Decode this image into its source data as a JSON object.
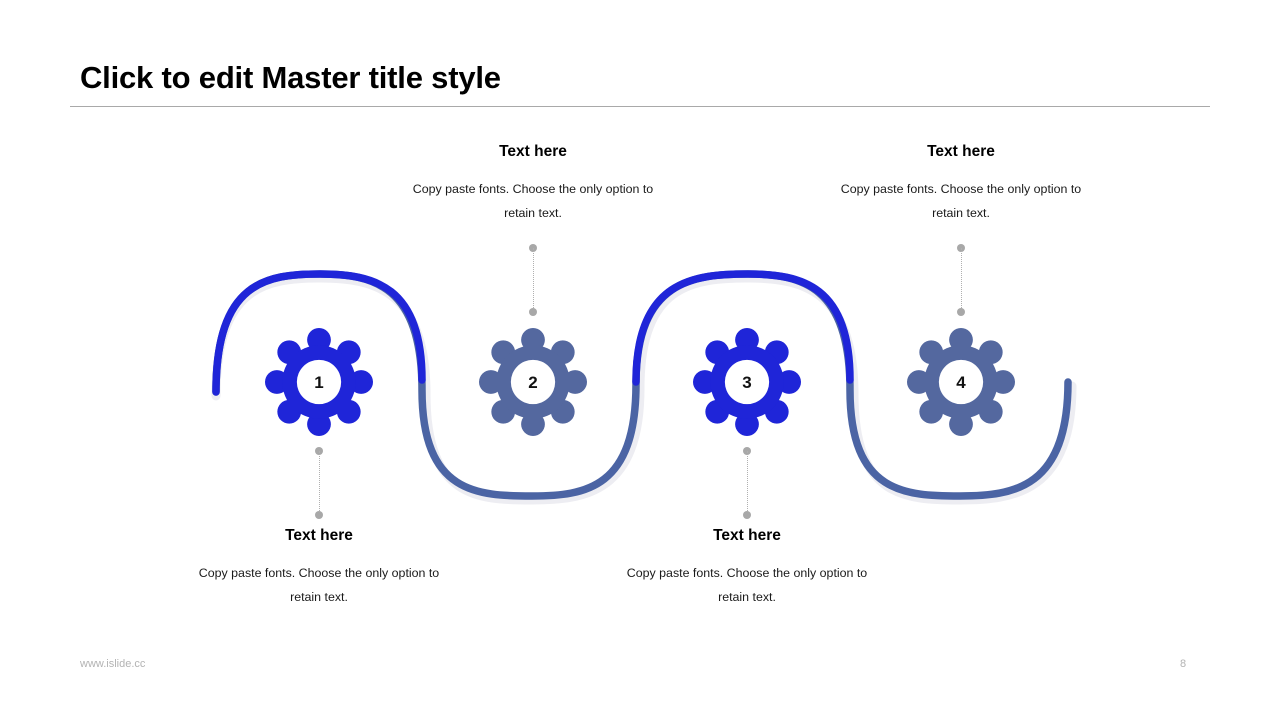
{
  "slide": {
    "title": "Click to edit Master title style",
    "footer_url": "www.islide.cc",
    "page_number": "8"
  },
  "colors": {
    "gear_primary": "#1F25D8",
    "gear_secondary": "#54689F",
    "curve_primary": "#1F25D8",
    "curve_secondary": "#4B64A4",
    "curve_shadow": "#ededf2",
    "connector_dot": "#a8a8a8",
    "connector_line": "#b0b0b0",
    "title_rule": "#a9a9a9",
    "footer_text": "#b3b3b3",
    "center_circle": "#ffffff"
  },
  "steps": [
    {
      "number": "1",
      "gear_color": "#1F25D8",
      "position": "bottom",
      "heading": "Text here",
      "body_line1": "Copy paste fonts. Choose the only option to",
      "body_line2": "retain text."
    },
    {
      "number": "2",
      "gear_color": "#54689F",
      "position": "top",
      "heading": "Text here",
      "body_line1": "Copy paste fonts. Choose the only option to",
      "body_line2": "retain text."
    },
    {
      "number": "3",
      "gear_color": "#1F25D8",
      "position": "bottom",
      "heading": "Text here",
      "body_line1": "Copy paste fonts. Choose the only option to",
      "body_line2": "retain text."
    },
    {
      "number": "4",
      "gear_color": "#54689F",
      "position": "top",
      "heading": "Text here",
      "body_line1": "Copy paste fonts. Choose the only option to",
      "body_line2": "retain text."
    }
  ]
}
